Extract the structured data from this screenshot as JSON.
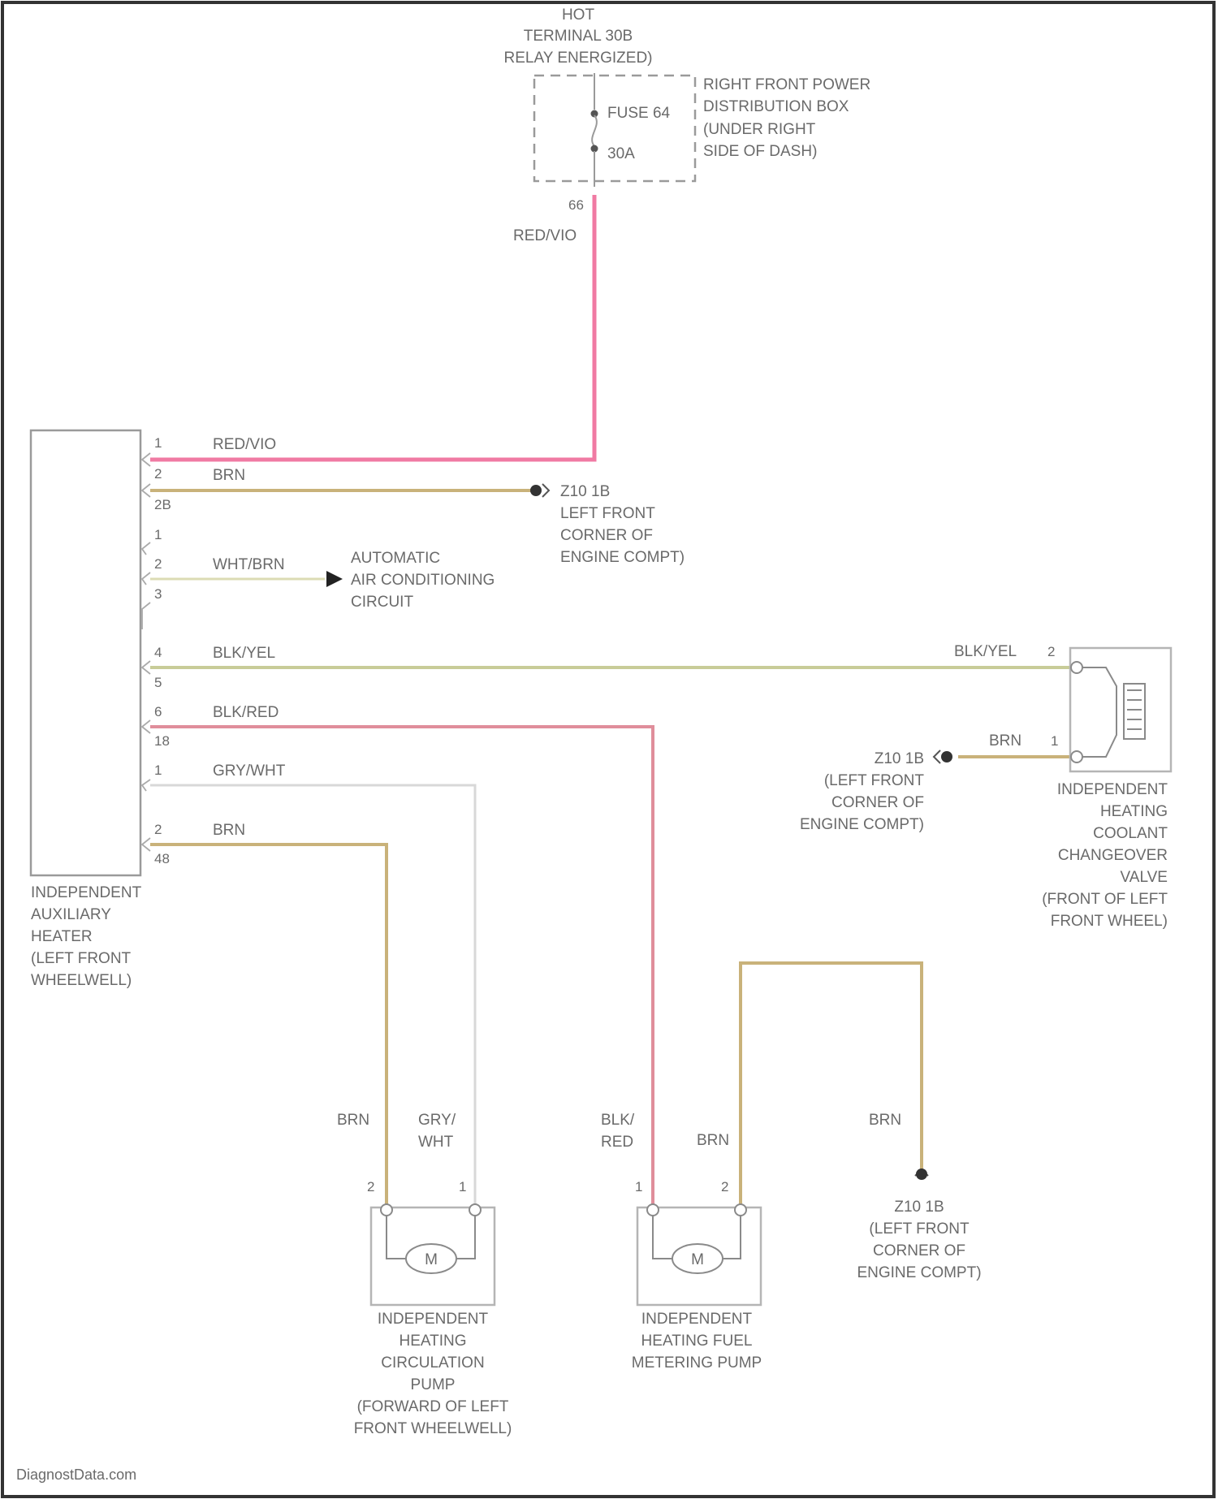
{
  "colors": {
    "background": "#ffffff",
    "border": "#333333",
    "text": "#6a6a6a",
    "wire_red_vio": "#f07aa3",
    "wire_brn": "#c9b27a",
    "wire_wht_brn": "#dcdcb4",
    "wire_blk_yel": "#c8cc98",
    "wire_blk_red": "#e08e9b",
    "wire_gry_wht": "#d8d8d8",
    "component_outline": "#9a9a9a"
  },
  "fuse_block": {
    "hot_label": [
      "HOT",
      "TERMINAL 30B",
      "RELAY ENERGIZED)"
    ],
    "location": [
      "RIGHT FRONT POWER",
      "DISTRIBUTION BOX",
      "(UNDER RIGHT",
      "SIDE OF DASH)"
    ],
    "fuse_name": "FUSE 64",
    "fuse_rating": "30A",
    "terminal": "66",
    "wire_color": "RED/VIO"
  },
  "heater": {
    "name": [
      "INDEPENDENT",
      "AUXILIARY",
      "HEATER",
      "(LEFT FRONT",
      "WHEELWELL)"
    ],
    "pins": [
      {
        "pin": "1",
        "wire": "RED/VIO"
      },
      {
        "pin": "2",
        "wire": "BRN",
        "connector": "2B"
      },
      {
        "pin": "1",
        "wire": ""
      },
      {
        "pin": "2",
        "wire": "WHT/BRN"
      },
      {
        "pin": "3",
        "wire": ""
      },
      {
        "pin": "4",
        "wire": "BLK/YEL"
      },
      {
        "pin": "5",
        "wire": ""
      },
      {
        "pin": "6",
        "wire": "BLK/RED",
        "connector": "18"
      },
      {
        "pin": "1",
        "wire": "GRY/WHT"
      },
      {
        "pin": "2",
        "wire": "BRN",
        "connector": "48"
      }
    ]
  },
  "ground_1": {
    "id": "Z10 1B",
    "location": [
      "LEFT FRONT",
      "CORNER OF",
      "ENGINE COMPT)"
    ]
  },
  "ac_ref": [
    "AUTOMATIC",
    "AIR CONDITIONING",
    "CIRCUIT"
  ],
  "valve": {
    "name": [
      "INDEPENDENT",
      "HEATING",
      "COOLANT",
      "CHANGEOVER",
      "VALVE",
      "(FRONT OF LEFT",
      "FRONT WHEEL)"
    ],
    "pin2": "2",
    "pin2_wire": "BLK/YEL",
    "pin1": "1",
    "pin1_wire": "BRN"
  },
  "ground_2": {
    "id": "Z10 1B",
    "location": [
      "(LEFT FRONT",
      "CORNER OF",
      "ENGINE COMPT)"
    ]
  },
  "circ_pump": {
    "name": [
      "INDEPENDENT",
      "HEATING",
      "CIRCULATION",
      "PUMP",
      "(FORWARD OF LEFT",
      "FRONT WHEELWELL)"
    ],
    "pin2": "2",
    "pin2_wire": "BRN",
    "pin1": "1",
    "pin1_wire": [
      "GRY/",
      "WHT"
    ],
    "motor": "M"
  },
  "fuel_pump": {
    "name": [
      "INDEPENDENT",
      "HEATING FUEL",
      "METERING PUMP"
    ],
    "pin1": "1",
    "pin1_wire": [
      "BLK/",
      "RED"
    ],
    "pin2": "2",
    "pin2_wire": "BRN",
    "motor": "M"
  },
  "ground_3": {
    "wire": "BRN",
    "id": "Z10 1B",
    "location": [
      "(LEFT FRONT",
      "CORNER OF",
      "ENGINE COMPT)"
    ]
  },
  "watermark": "DiagnostData.com"
}
